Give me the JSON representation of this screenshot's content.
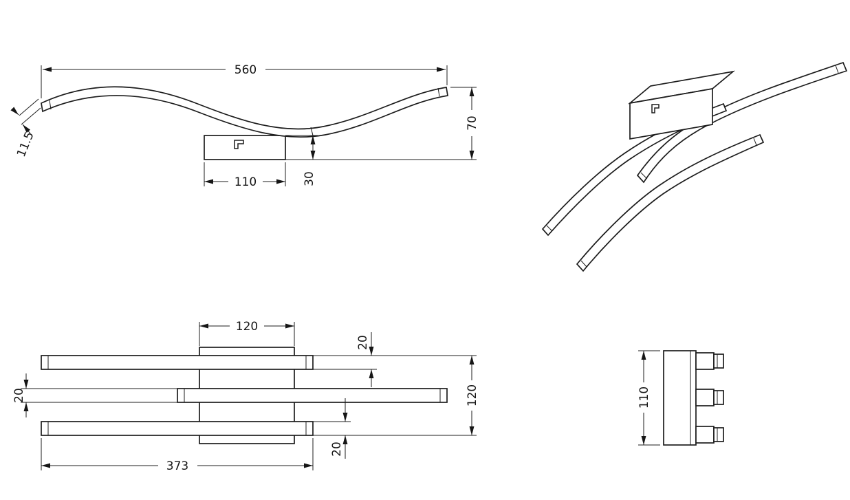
{
  "drawing": {
    "type": "technical-dimension-drawing",
    "subject": "wave-shaped triple-bar LED ceiling light",
    "colors": {
      "line": "#1c1c1c",
      "background": "#ffffff"
    },
    "side_view": {
      "dim_overall_width": "560",
      "dim_overall_height": "70",
      "dim_profile_thickness": "11.5",
      "dim_canopy_width": "110",
      "dim_canopy_height": "30"
    },
    "plan_view": {
      "dim_canopy_width": "120",
      "dim_top_bar_width": "20",
      "dim_overall_depth": "120",
      "dim_middle_bar_width": "20",
      "dim_bar_length": "373",
      "dim_bottom_bar_width": "20"
    },
    "end_view": {
      "dim_canopy_depth": "110"
    }
  }
}
